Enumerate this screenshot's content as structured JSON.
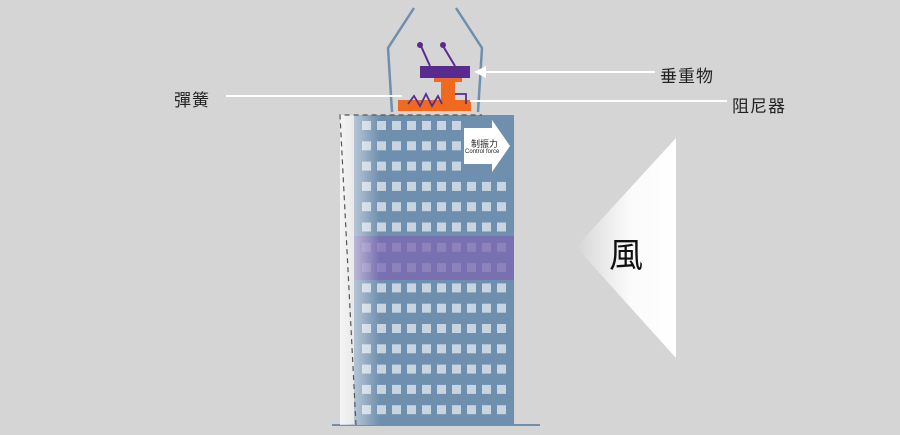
{
  "labels": {
    "spring": "彈簧",
    "mass": "垂重物",
    "damper": "阻尼器",
    "wind": "風",
    "control_force_zh": "制振力",
    "control_force_en": "Control force"
  },
  "colors": {
    "background": "#d5d5d5",
    "building": "#6f8fae",
    "building_window": "#dfe6ee",
    "damper_band": "#7b66b0",
    "mass": "#5a2b8f",
    "damper": "#ef6a1e",
    "wind_gradient_start": "#ffffff",
    "outline": "#6f8fae"
  }
}
